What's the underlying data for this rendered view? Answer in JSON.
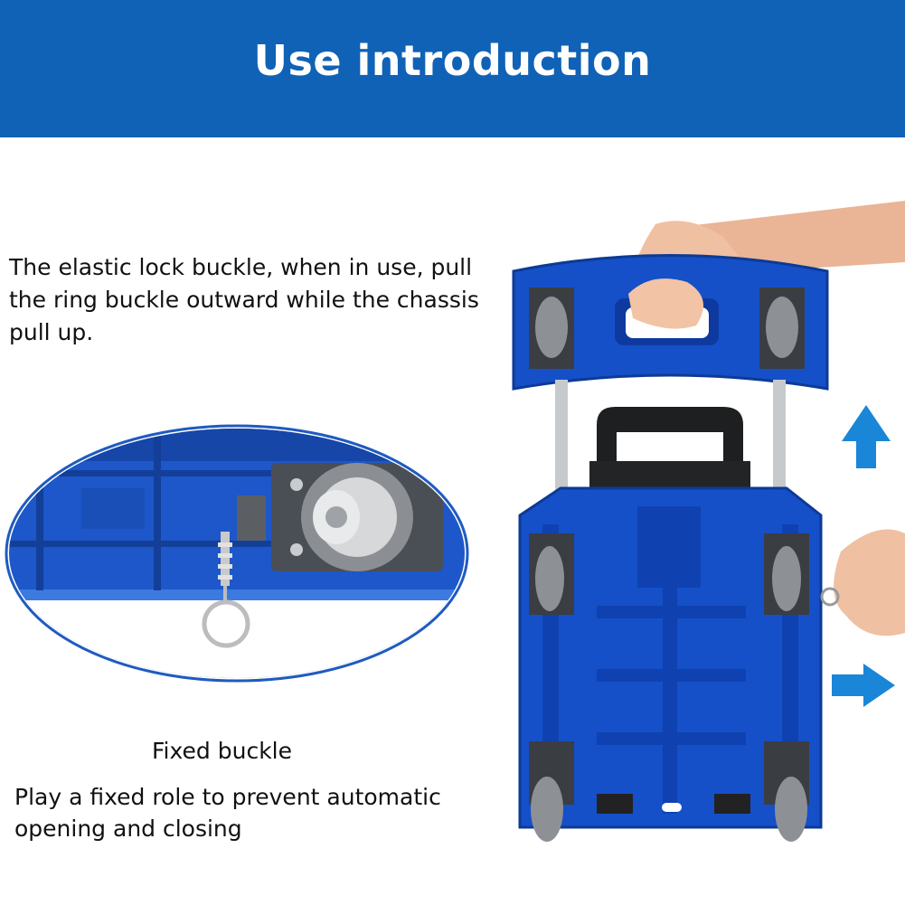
{
  "header": {
    "title": "Use introduction"
  },
  "texts": {
    "lock_description": "The elastic lock buckle, when in use, pull the ring buckle outward while the chassis pull up.",
    "fixed_buckle_title": "Fixed buckle",
    "fixed_buckle_description": "Play a fixed role to prevent automatic opening and closing"
  },
  "colors": {
    "banner": "#0f62b6",
    "cart_blue": "#1550c8",
    "arrow_blue": "#1a86d8"
  }
}
